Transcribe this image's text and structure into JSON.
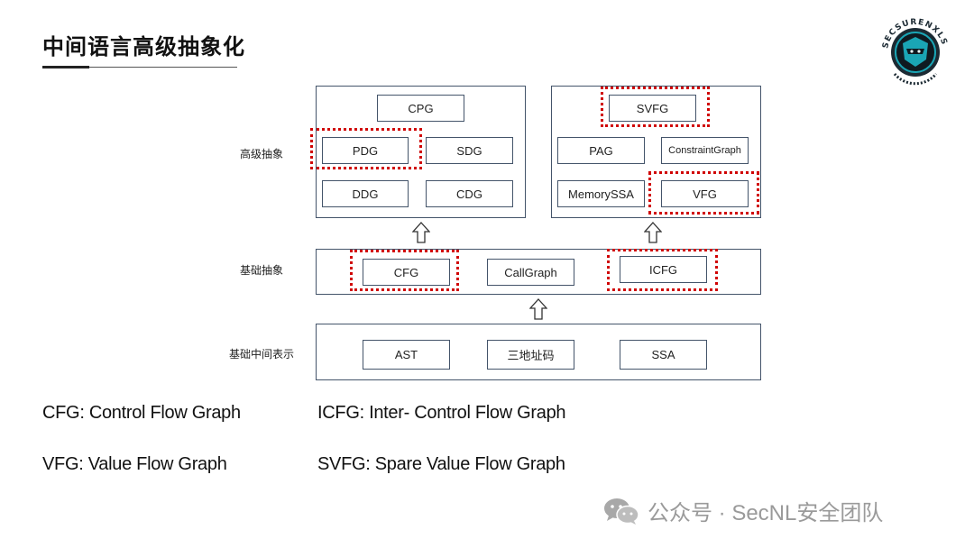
{
  "slide": {
    "title": "中间语言高级抽象化"
  },
  "logo": {
    "ring_text": "SECSURENXLS",
    "brand_color": "#1aa5b5",
    "icon": "shield-ninja-logo"
  },
  "diagram": {
    "levels": [
      {
        "label": "高级抽象"
      },
      {
        "label": "基础抽象"
      },
      {
        "label": "基础中间表示"
      }
    ],
    "advanced_left": [
      "CPG",
      "PDG",
      "SDG",
      "DDG",
      "CDG"
    ],
    "advanced_right": [
      "SVFG",
      "PAG",
      "ConstraintGraph",
      "MemorySSA",
      "VFG"
    ],
    "basic_abstraction": [
      "CFG",
      "CallGraph",
      "ICFG"
    ],
    "basic_ir": [
      "AST",
      "三地址码",
      "SSA"
    ],
    "highlighted": [
      "PDG",
      "SVFG",
      "VFG",
      "CFG",
      "ICFG"
    ],
    "highlight_color": "#d00000",
    "arrow_icon": "up-hollow-arrow-icon"
  },
  "legend": {
    "cfg": "CFG: Control Flow Graph",
    "icfg": "ICFG: Inter- Control Flow Graph",
    "vfg": "VFG: Value Flow Graph",
    "svfg": "SVFG: Spare Value Flow Graph"
  },
  "watermark": {
    "text": "公众号 · SecNL安全团队",
    "icon": "wechat-icon"
  }
}
